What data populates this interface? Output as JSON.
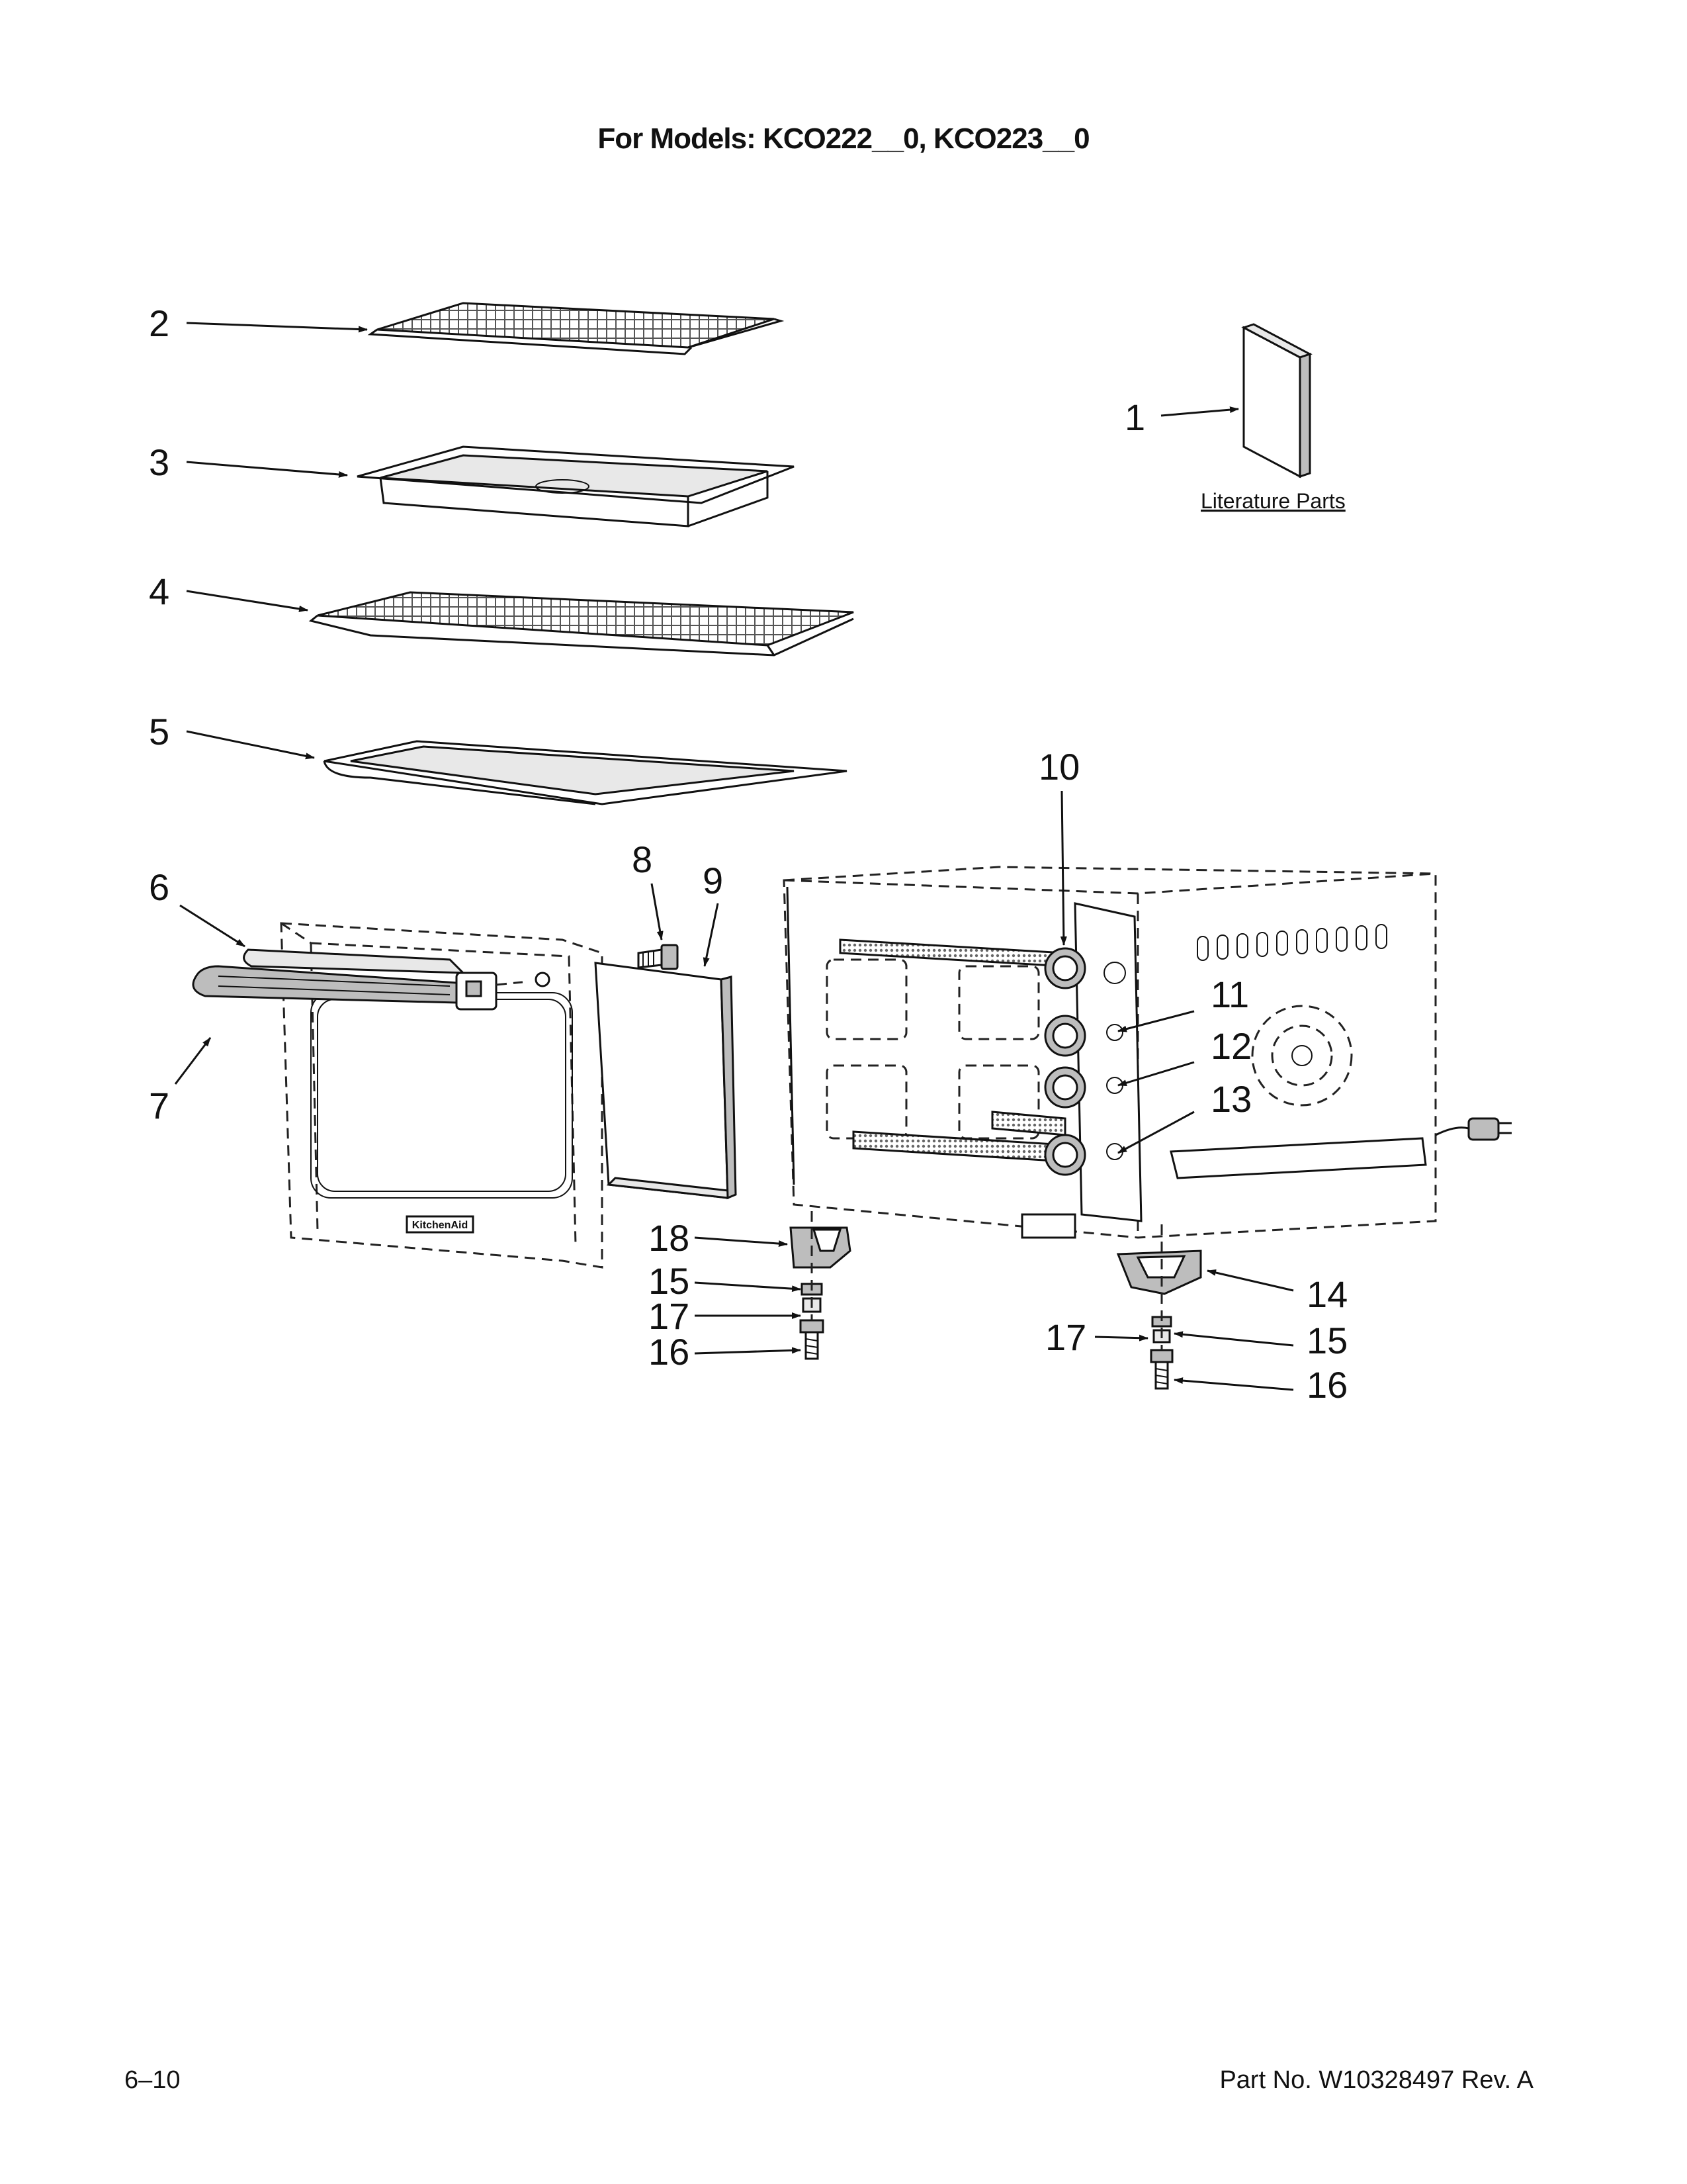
{
  "header": {
    "title": "For Models: KCO222__0, KCO223__0"
  },
  "literature": {
    "label": "Literature Parts"
  },
  "callouts": {
    "c1": "1",
    "c2": "2",
    "c3": "3",
    "c4": "4",
    "c5": "5",
    "c6": "6",
    "c7": "7",
    "c8": "8",
    "c9": "9",
    "c10": "10",
    "c11": "11",
    "c12": "12",
    "c13": "13",
    "c14": "14",
    "c15a": "15",
    "c15b": "15",
    "c16a": "16",
    "c16b": "16",
    "c17a": "17",
    "c17b": "17",
    "c18": "18"
  },
  "footer": {
    "page": "6–10",
    "part_no": "Part No. W10328497 Rev. A"
  },
  "logo_text": "KitchenAid"
}
